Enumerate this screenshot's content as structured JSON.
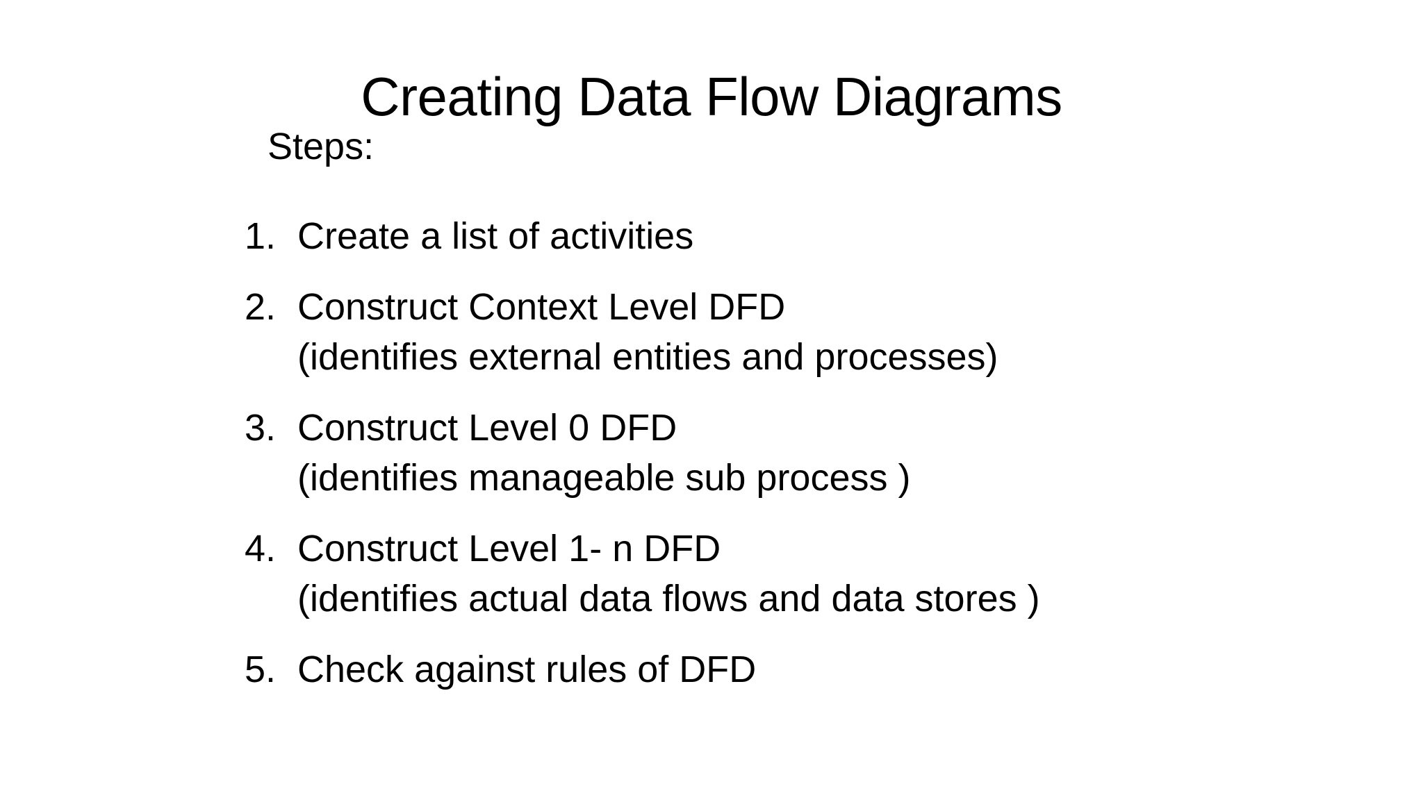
{
  "slide": {
    "title": "Creating Data Flow Diagrams",
    "steps_label": "Steps:",
    "background_color": "#ffffff",
    "text_color": "#000000",
    "steps": [
      {
        "number": "1.",
        "text": "Create a list of activities",
        "detail": ""
      },
      {
        "number": "2.",
        "text": "Construct Context Level DFD",
        "detail": "(identifies external entities and processes)"
      },
      {
        "number": "3.",
        "text": "Construct Level 0 DFD",
        "detail": "(identifies manageable sub process )"
      },
      {
        "number": "4.",
        "text": "Construct Level 1- n DFD",
        "detail": "(identifies actual data flows and data stores )"
      },
      {
        "number": "5.",
        "text": "Check against rules of DFD",
        "detail": ""
      }
    ]
  }
}
